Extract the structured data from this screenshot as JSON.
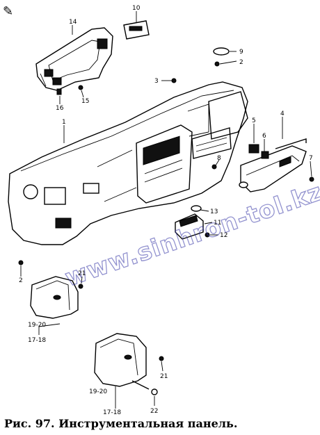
{
  "figure": {
    "caption": "Рис. 97. Инструментальная панель.",
    "watermark": "www.sinhron-tol.kz",
    "corner_mark": "✎"
  },
  "callouts": [
    {
      "id": "c14",
      "text": "14"
    },
    {
      "id": "c10",
      "text": "10"
    },
    {
      "id": "c9",
      "text": "9"
    },
    {
      "id": "c2a",
      "text": "2"
    },
    {
      "id": "c3",
      "text": "3"
    },
    {
      "id": "c15",
      "text": "15"
    },
    {
      "id": "c16",
      "text": "16"
    },
    {
      "id": "c1",
      "text": "1"
    },
    {
      "id": "c4",
      "text": "4"
    },
    {
      "id": "c5",
      "text": "5"
    },
    {
      "id": "c6",
      "text": "6"
    },
    {
      "id": "c7",
      "text": "7"
    },
    {
      "id": "c8",
      "text": "8"
    },
    {
      "id": "c13",
      "text": "13"
    },
    {
      "id": "c11",
      "text": "11"
    },
    {
      "id": "c12",
      "text": "12"
    },
    {
      "id": "c2b",
      "text": "2"
    },
    {
      "id": "c21a",
      "text": "21"
    },
    {
      "id": "c1920a",
      "text": "19-20"
    },
    {
      "id": "c1718a",
      "text": "17-18"
    },
    {
      "id": "c21b",
      "text": "21"
    },
    {
      "id": "c1920b",
      "text": "19-20"
    },
    {
      "id": "c1718b",
      "text": "17-18"
    },
    {
      "id": "c22",
      "text": "22"
    }
  ]
}
